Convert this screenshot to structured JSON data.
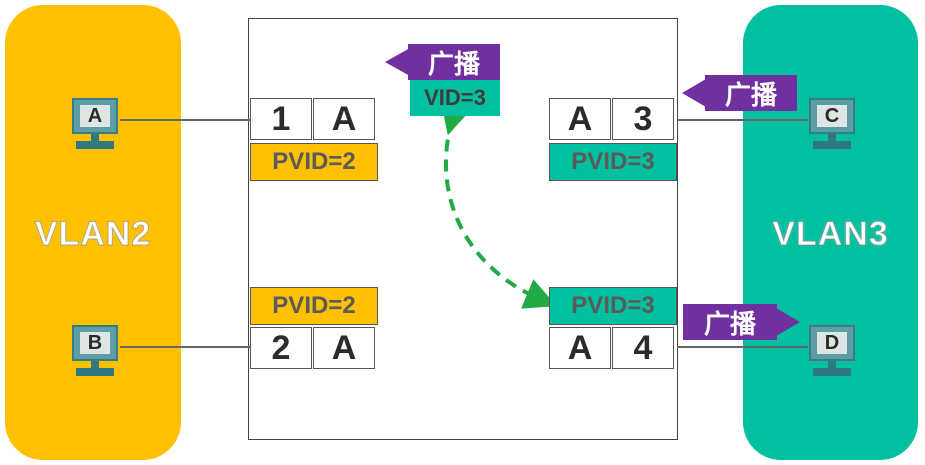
{
  "vlans": {
    "left": {
      "label": "VLAN2"
    },
    "right": {
      "label": "VLAN3"
    }
  },
  "hosts": {
    "a": {
      "label": "A"
    },
    "b": {
      "label": "B"
    },
    "c": {
      "label": "C"
    },
    "d": {
      "label": "D"
    }
  },
  "ports": {
    "p1": {
      "id": "1",
      "mac": "A",
      "pvid": "PVID=2"
    },
    "p2": {
      "id": "2",
      "mac": "A",
      "pvid": "PVID=2"
    },
    "p3": {
      "id": "3",
      "mac": "A",
      "pvid": "PVID=3"
    },
    "p4": {
      "id": "4",
      "mac": "A",
      "pvid": "PVID=3"
    }
  },
  "frame": {
    "vid": "VID=3"
  },
  "broadcast": {
    "label": "广播"
  },
  "colors": {
    "vlan2": "#FFC000",
    "vlan3": "#00C0A0",
    "broadcast": "#7030A0",
    "path": "#22AA44"
  }
}
